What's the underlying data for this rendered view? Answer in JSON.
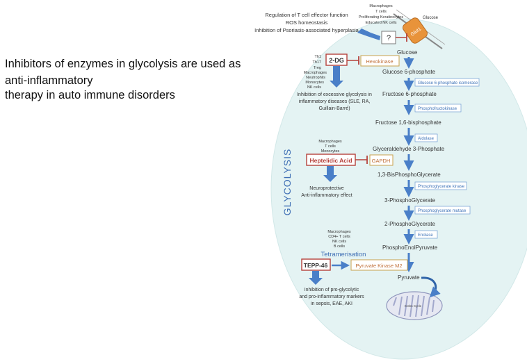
{
  "headline": {
    "line1": "Inhibitors of enzymes in glycolysis are used as",
    "line2": "anti-inflammatory",
    "line3": "therapy in auto immune disorders"
  },
  "top_right": {
    "regulation_lines": [
      "Regulation of T cell effector function",
      "ROS homeostasis",
      "Inhibition of Psoriasis-associated hyperplasia"
    ],
    "cell_types": [
      "Macrophages",
      "T cells",
      "Proliferating Keratinocytes",
      "Educated NK cells"
    ],
    "unknown_box": "?",
    "transporter_label": "Glut1",
    "glucose_outside": "Glucose"
  },
  "vertical_title": "GLYCOLYSIS",
  "pathway": {
    "metabolites": [
      "Glucose",
      "Glucose 6-phosphate",
      "Fructose 6-phosphate",
      "Fructose 1,6-bisphosphate",
      "Glyceraldehyde 3-Phosphate",
      "1,3-BisPhosphoGlycerate",
      "3-PhosphoGlycerate",
      "2-PhosphoGlycerate",
      "PhosphoEnolPyruvate",
      "Pyruvate"
    ],
    "enzymes": [
      "Hexokinase",
      "Glucose 6-phosphate isomerase",
      "Phosphofructokinase",
      "Aldolase",
      "GAPDH",
      "Phosphoglycerate kinase",
      "Phosphoglycerate mutase",
      "Enolase",
      "Pyruvate Kinase M2"
    ],
    "krebs_label": "Krebs Cycle"
  },
  "inhibitors": {
    "two_dg": {
      "name": "2-DG",
      "cells": [
        "Th1",
        "Th17",
        "Treg",
        "Macrophages",
        "Neutrophils",
        "Monocytes",
        "NK cells"
      ],
      "effect": [
        "Inhibition of excessive glycolysis in",
        "inflammatory diseases (SLE, RA,",
        "Guillain-Barré)"
      ]
    },
    "heptelidic": {
      "name": "Heptelidic Acid",
      "cells": [
        "Macrophages",
        "T cells",
        "Monocytes"
      ],
      "effect": [
        "Neuroprotective",
        "Anti-inflammatory effect"
      ]
    },
    "tepp": {
      "name": "TEPP-46",
      "cells": [
        "Macrophages",
        "CD4+ T cells",
        "NK cells",
        "B cells"
      ],
      "tetramer_label": "Tetramerisation",
      "effect": [
        "Inhibition of pro-glycolytic",
        "and pro-inflammatory markers",
        "in sepsis, EAE, AKI"
      ]
    }
  },
  "colors": {
    "oval_fill": "#e4f3f3",
    "arrow_blue": "#4a7fc8",
    "enzyme_border": "#7ea7d6",
    "enzyme_text": "#3e73b8",
    "inhibitor_red": "#b5413b",
    "inhibit_line": "#b5413b",
    "gold_border": "#c9a24d",
    "orange_text": "#c0703a",
    "title_blue": "#3f6fb5",
    "glut_orange": "#e8933a"
  }
}
